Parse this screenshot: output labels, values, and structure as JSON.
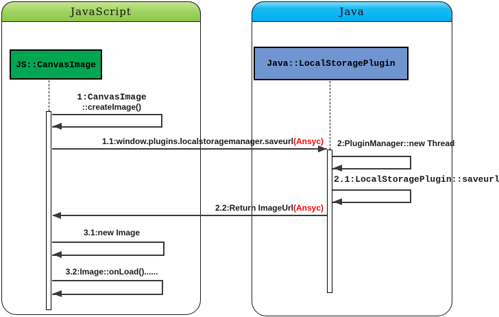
{
  "frames": {
    "left": {
      "title": "JavaScript",
      "header_color": "#9ed05e"
    },
    "right": {
      "title": "Java",
      "header_color": "#00b0f0"
    }
  },
  "objects": {
    "left": {
      "label": "JS::CanvasImage",
      "fill_color": "#00a651"
    },
    "right": {
      "label": "Java::LocalStoragePlugin",
      "fill_color": "#7195d1"
    }
  },
  "messages": {
    "m1": {
      "line1": "1:CanvasImage",
      "line2": "::createImage()"
    },
    "m1_1": {
      "text": "1.1:window.plugins.localstoragemanager.saveurl",
      "async_suffix": "(Ansyc)"
    },
    "m2": {
      "text": "2:PluginManager::new Thread"
    },
    "m2_1": {
      "text": "2.1:LocalStoragePlugin::saveurl"
    },
    "m2_2": {
      "text": "2.2:Return ImageUrl",
      "async_suffix": "(Ansyc)"
    },
    "m3_1": {
      "text": "3.1:new Image"
    },
    "m3_2": {
      "text": "3.2:Image::onLoad()......"
    }
  },
  "colors": {
    "async_text": "#ff0000",
    "message_line": "#3a3a3a",
    "frame_border": "#1a1a1a"
  }
}
